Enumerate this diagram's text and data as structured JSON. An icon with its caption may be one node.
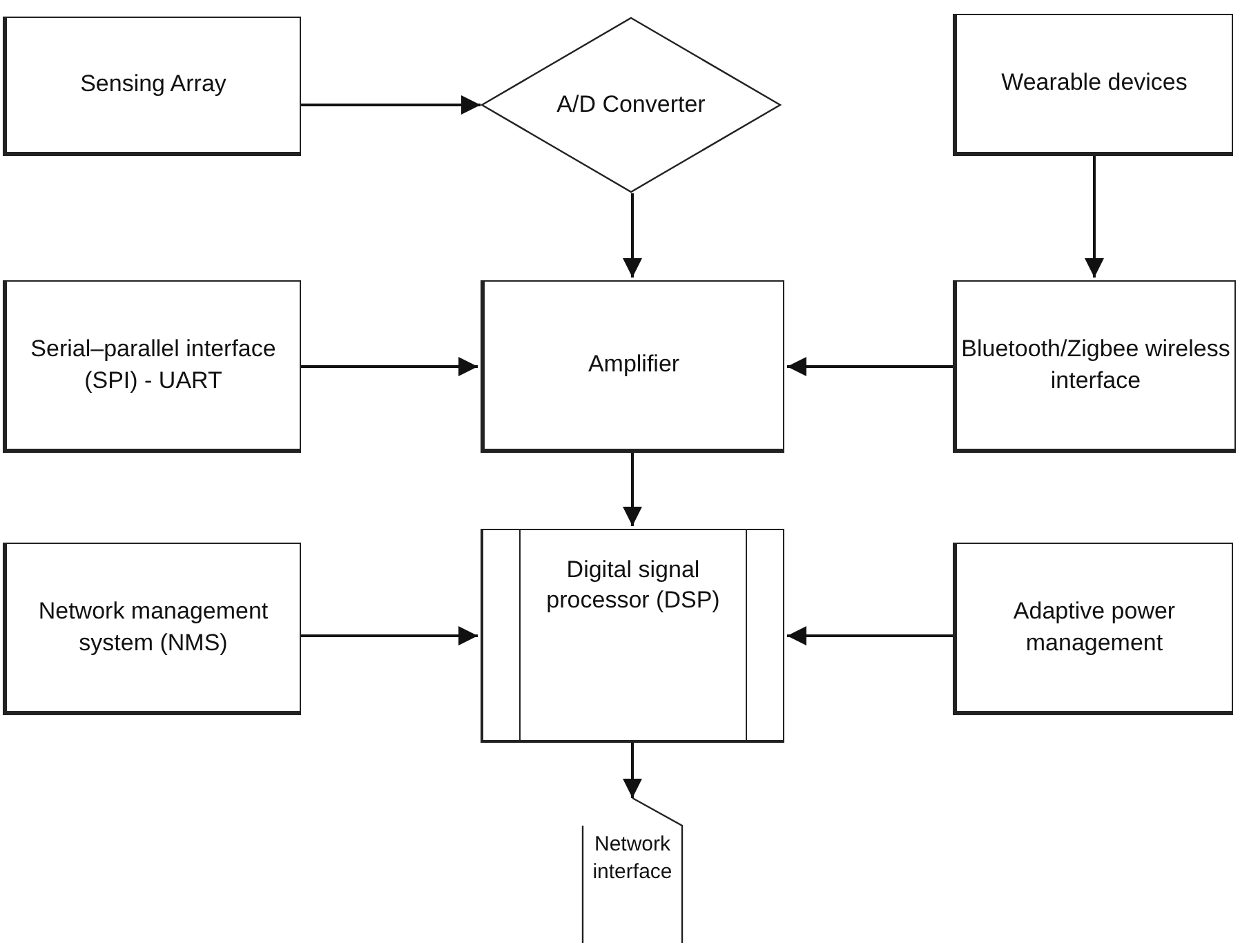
{
  "diagram": {
    "nodes": [
      {
        "text": [
          "Sensing Array"
        ]
      },
      {
        "text": [
          "A/D Converter"
        ]
      },
      {
        "text": [
          "Wearable devices"
        ]
      },
      {
        "text": [
          "Serial–parallel interface (SPI) - UART"
        ]
      },
      {
        "text": [
          "Amplifier"
        ]
      },
      {
        "text": [
          "Bluetooth/Zigbee wireless interface"
        ]
      },
      {
        "text": [
          "Network management system (NMS)"
        ]
      },
      {
        "text": [
          "Digital signal processor (DSP)"
        ]
      },
      {
        "text": [
          "Adaptive power management"
        ]
      },
      {
        "text": [
          "Network interface"
        ]
      }
    ],
    "edges": [
      {
        "from": 0,
        "to": 1,
        "arrow": "to"
      },
      {
        "from": 1,
        "to": 4,
        "arrow": "to"
      },
      {
        "from": 2,
        "to": 5,
        "arrow": "to"
      },
      {
        "from": 3,
        "to": 4,
        "arrow": "to"
      },
      {
        "from": 5,
        "to": 4,
        "arrow": "to"
      },
      {
        "from": 4,
        "to": 7,
        "arrow": "to"
      },
      {
        "from": 6,
        "to": 7,
        "arrow": "to"
      },
      {
        "from": 8,
        "to": 7,
        "arrow": "to"
      },
      {
        "from": 7,
        "to": 9,
        "arrow": "to"
      }
    ]
  }
}
